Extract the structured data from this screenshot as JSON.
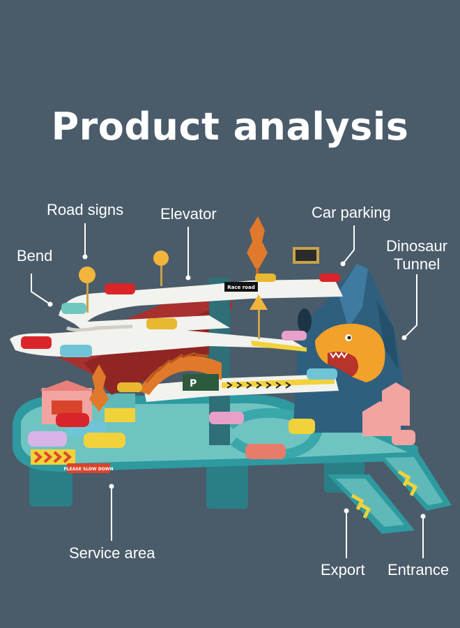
{
  "heading": "Product analysis",
  "callouts": {
    "road_signs": "Road signs",
    "elevator": "Elevator",
    "car_parking": "Car parking",
    "bend": "Bend",
    "dinosaur_tunnel_line1": "Dinosaur",
    "dinosaur_tunnel_line2": "Tunnel",
    "service_area": "Service area",
    "export": "Export",
    "entrance": "Entrance"
  },
  "track_signs": {
    "race_road": "Race road",
    "parking": "P",
    "please_slow_down": "PLEASE SLOW DOWN"
  },
  "colors": {
    "background": "#4a5b6a",
    "track_white": "#f2f2ee",
    "base_teal": "#2e9aa0",
    "ramp_red": "#a8302e",
    "dinosaur_orange": "#f2a12a",
    "mountain_blue": "#2f5f7e"
  }
}
